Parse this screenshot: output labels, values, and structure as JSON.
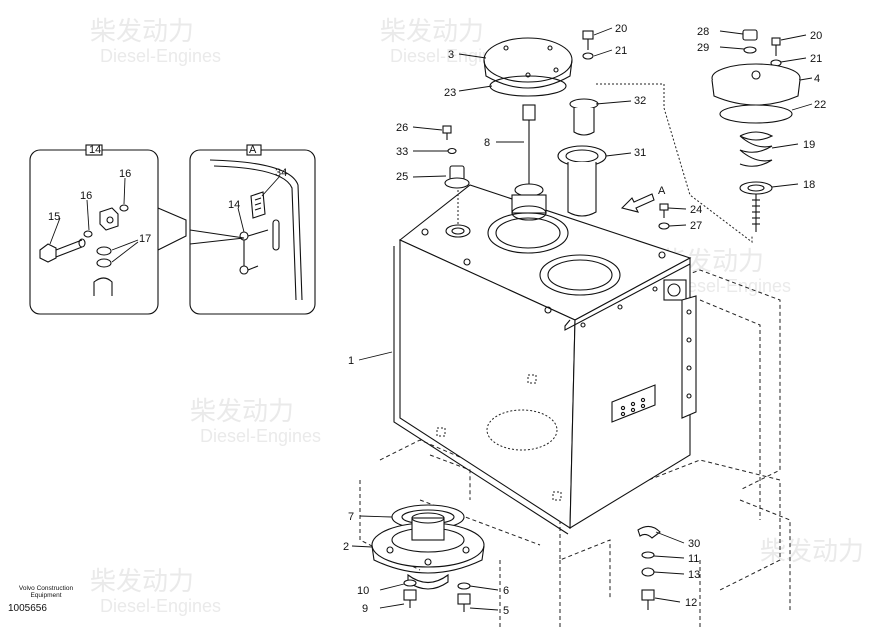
{
  "footer": {
    "brand_line1": "Volvo Construction",
    "brand_line2": "Equipment",
    "drawing_number": "1005656"
  },
  "watermark": {
    "brand_cn": "柴发动力",
    "brand_en": "Diesel-Engines"
  },
  "detail_views": {
    "parts_group_label": "14",
    "view_label": "A",
    "arrow_label": "A"
  },
  "callouts": {
    "c1": "1",
    "c2": "2",
    "c3": "3",
    "c4": "4",
    "c5": "5",
    "c6": "6",
    "c7": "7",
    "c8": "8",
    "c9": "9",
    "c10": "10",
    "c11": "11",
    "c12": "12",
    "c13": "13",
    "c14": "14",
    "c15": "15",
    "c16a": "16",
    "c16b": "16",
    "c17": "17",
    "c18": "18",
    "c19": "19",
    "c20a": "20",
    "c20b": "20",
    "c21a": "21",
    "c21b": "21",
    "c22": "22",
    "c23": "23",
    "c24": "24",
    "c25": "25",
    "c26": "26",
    "c27": "27",
    "c28": "28",
    "c29": "29",
    "c30": "30",
    "c31": "31",
    "c32": "32",
    "c33": "33",
    "c34": "34"
  }
}
